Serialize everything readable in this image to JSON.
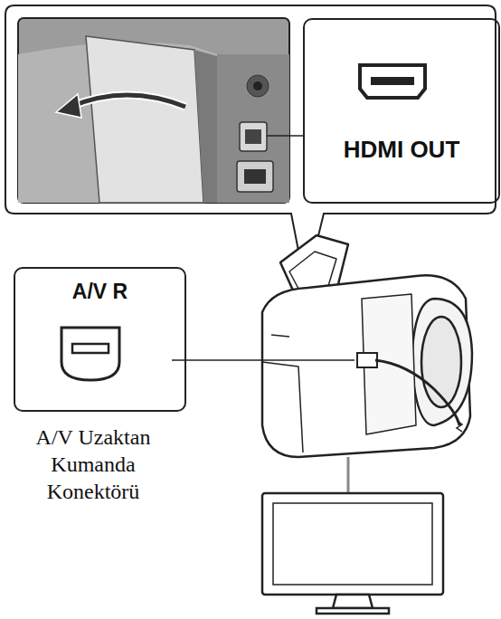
{
  "diagram": {
    "nodes": [
      {
        "text": [
          "HDMI OUT"
        ]
      },
      {
        "text": [
          "A/V R"
        ]
      }
    ],
    "labels": [
      "A/V Uzaktan Kumanda Konektörü"
    ]
  }
}
